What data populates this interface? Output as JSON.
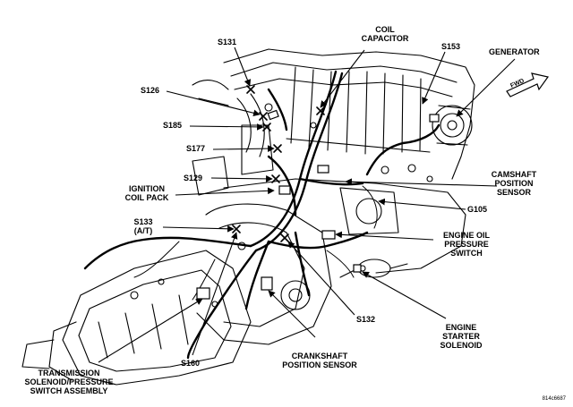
{
  "diagram": {
    "title": "Engine wiring harness component locations",
    "figure_id": "814c6687",
    "forward_label": "FWD",
    "labels": {
      "s131": "S131",
      "coil_capacitor": "COIL\nCAPACITOR",
      "s153": "S153",
      "generator": "GENERATOR",
      "s126": "S126",
      "s185": "S185",
      "s177": "S177",
      "s129": "S129",
      "ignition_coil_pack": "IGNITION\nCOIL PACK",
      "camshaft_position_sensor": "CAMSHAFT\nPOSITION\nSENSOR",
      "g105": "G105",
      "s133": "S133\n(A/T)",
      "engine_oil_pressure_switch": "ENGINE OIL\nPRESSURE\nSWITCH",
      "s132": "S132",
      "engine_starter_solenoid": "ENGINE\nSTARTER\nSOLENOID",
      "crankshaft_position_sensor": "CRANKSHAFT\nPOSITION SENSOR",
      "s160": "S160",
      "transmission_solenoid": "TRANSMISSION\nSOLENOID/PRESSURE\nSWITCH ASSEMBLY"
    }
  }
}
